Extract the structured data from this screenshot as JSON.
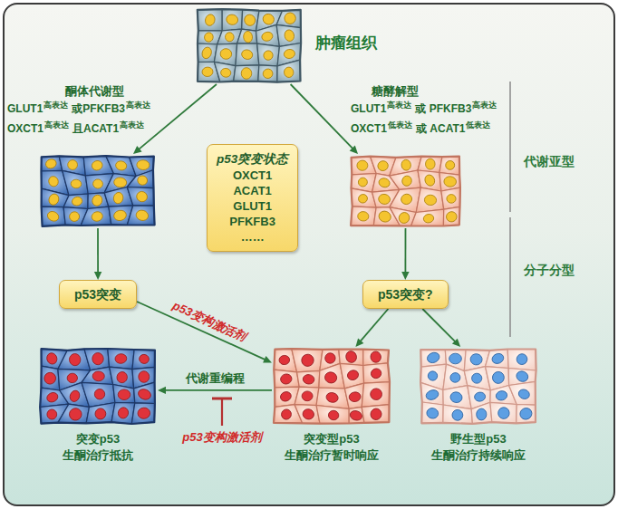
{
  "diagram": {
    "nodes": [
      {
        "text": [
          "肿瘤组织"
        ]
      },
      {
        "text": [
          "酮体代谢型",
          "GLUT1",
          "高表达",
          "或PFKFB3",
          "高表达",
          "OXCT1",
          "高表达",
          "且ACAT1",
          "高表达"
        ]
      },
      {
        "text": [
          "糖酵解型",
          "GLUT1",
          "高表达",
          "或 PFKFB3",
          "高表达",
          "OXCT1",
          "低表达",
          "或 ACAT1",
          "低表达"
        ]
      },
      {
        "text": [
          "p53突变状态",
          "OXCT1 ACAT1 GLUT1 PFKFB3 ……"
        ]
      },
      {
        "text": [
          "p53突变"
        ]
      },
      {
        "text": [
          "p53突变?"
        ]
      },
      {
        "text": [
          "突变p53",
          "生酮治疗抵抗"
        ]
      },
      {
        "text": [
          "突变型p53",
          "生酮治疗暂时响应"
        ]
      },
      {
        "text": [
          "野生型p53",
          "生酮治疗持续响应"
        ]
      }
    ],
    "edges": [
      {
        "from": 0,
        "to": 1,
        "arrow": "to"
      },
      {
        "from": 0,
        "to": 2,
        "arrow": "to"
      },
      {
        "from": 1,
        "to": 4,
        "arrow": "to"
      },
      {
        "from": 2,
        "to": 5,
        "arrow": "to"
      },
      {
        "from": 4,
        "to": 7,
        "label": "p53变构激活剂",
        "arrow": "to"
      },
      {
        "from": 5,
        "to": 7,
        "arrow": "to"
      },
      {
        "from": 5,
        "to": 8,
        "arrow": "to"
      },
      {
        "from": 7,
        "to": 6,
        "label": "代谢重编程",
        "arrow": "to"
      }
    ],
    "labels": [
      "代谢亚型",
      "分子分型",
      "p53变构激活剂"
    ]
  }
}
